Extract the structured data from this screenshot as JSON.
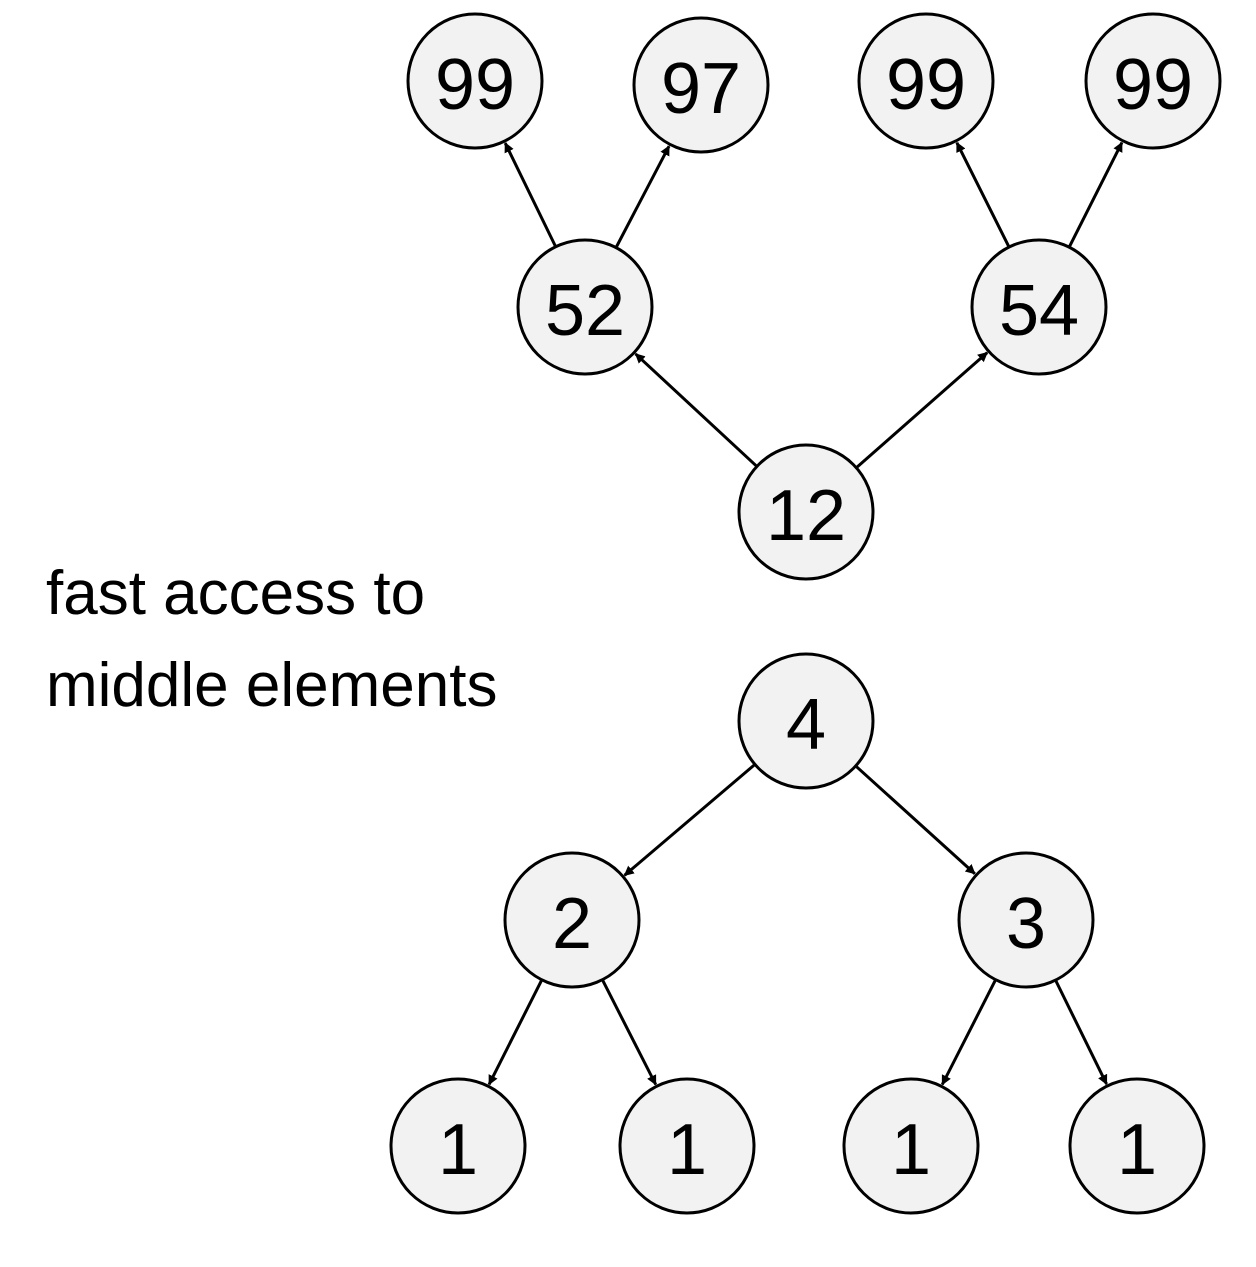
{
  "caption": {
    "line1": "fast access to",
    "line2": "middle elements"
  },
  "colors": {
    "node_fill": "#f2f2f2",
    "stroke": "#000000"
  },
  "top_tree": {
    "root": "12",
    "level1": [
      "52",
      "54"
    ],
    "level2": [
      "99",
      "97",
      "99",
      "99"
    ],
    "arrow_direction": "child-to-parent (upward)"
  },
  "bottom_tree": {
    "root": "4",
    "level1": [
      "2",
      "3"
    ],
    "level2": [
      "1",
      "1",
      "1",
      "1"
    ],
    "arrow_direction": "parent-to-child (downward)"
  }
}
